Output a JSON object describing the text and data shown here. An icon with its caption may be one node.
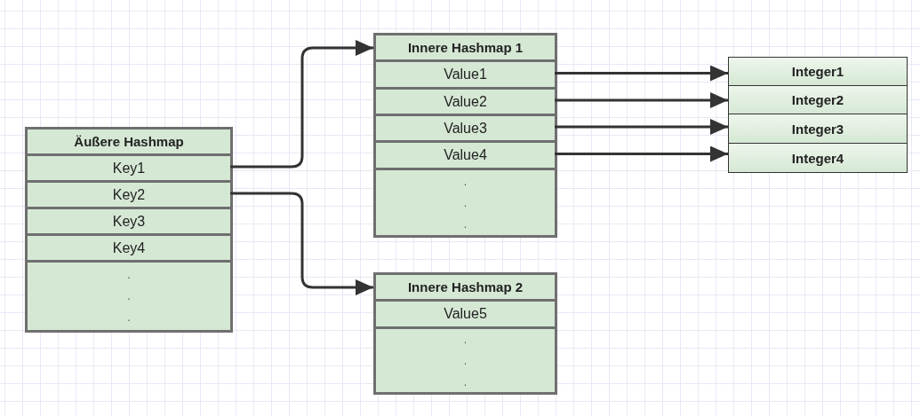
{
  "diagram": {
    "nodes": [
      {
        "text": [
          "Äußere Hashmap"
        ]
      },
      {
        "text": [
          "Key1"
        ],
        "in": 0
      },
      {
        "text": [
          "Key2"
        ],
        "in": 0
      },
      {
        "text": [
          "Key3"
        ],
        "in": 0
      },
      {
        "text": [
          "Key4"
        ],
        "in": 0
      },
      {
        "text": [
          ". . ."
        ],
        "in": 0
      },
      {
        "text": [
          "Innere Hashmap 1"
        ]
      },
      {
        "text": [
          "Value1"
        ],
        "in": 6
      },
      {
        "text": [
          "Value2"
        ],
        "in": 6
      },
      {
        "text": [
          "Value3"
        ],
        "in": 6
      },
      {
        "text": [
          "Value4"
        ],
        "in": 6
      },
      {
        "text": [
          ". . ."
        ],
        "in": 6
      },
      {
        "text": [
          "Innere Hashmap 2"
        ]
      },
      {
        "text": [
          "Value5"
        ],
        "in": 12
      },
      {
        "text": [
          ". . ."
        ],
        "in": 12
      },
      {
        "text": [
          "Integer1"
        ]
      },
      {
        "text": [
          "Integer2"
        ]
      },
      {
        "text": [
          "Integer3"
        ]
      },
      {
        "text": [
          "Integer4"
        ]
      }
    ],
    "edges": [
      {
        "from": 1,
        "to": 6,
        "arrow": "to"
      },
      {
        "from": 2,
        "to": 12,
        "arrow": "to"
      },
      {
        "from": 7,
        "to": 15,
        "arrow": "to"
      },
      {
        "from": 8,
        "to": 16,
        "arrow": "to"
      },
      {
        "from": 9,
        "to": 17,
        "arrow": "to"
      },
      {
        "from": 10,
        "to": 18,
        "arrow": "to"
      }
    ]
  }
}
